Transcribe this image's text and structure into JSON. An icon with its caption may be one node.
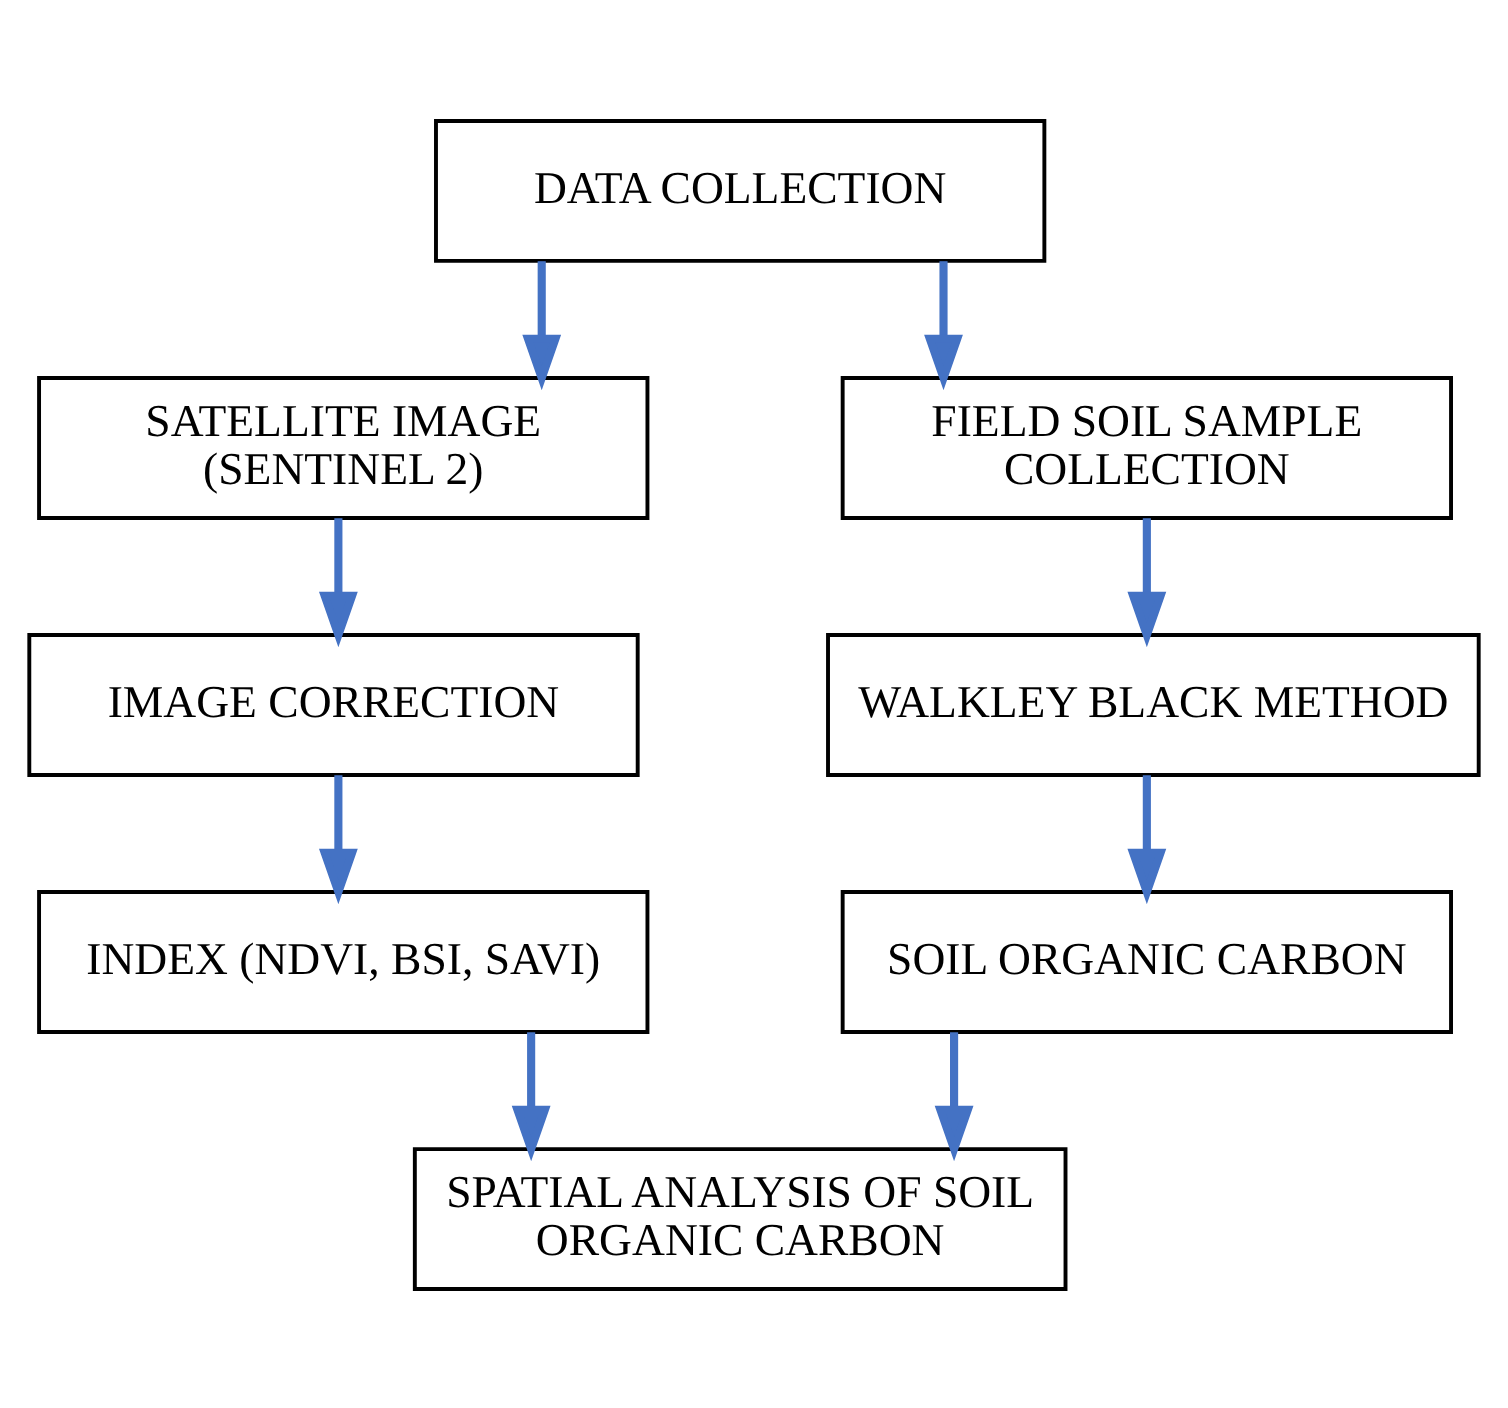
{
  "diagram": {
    "nodes": [
      {
        "text": [
          "DATA COLLECTION"
        ]
      },
      {
        "text": [
          "SATELLITE IMAGE (SENTINEL 2)"
        ]
      },
      {
        "text": [
          "FIELD SOIL SAMPLE COLLECTION"
        ]
      },
      {
        "text": [
          "IMAGE CORRECTION"
        ]
      },
      {
        "text": [
          "WALKLEY BLACK METHOD"
        ]
      },
      {
        "text": [
          "INDEX (NDVI, BSI, SAVI)"
        ]
      },
      {
        "text": [
          "SOIL ORGANIC CARBON"
        ]
      },
      {
        "text": [
          "SPATIAL ANALYSIS OF SOIL ORGANIC CARBON"
        ]
      }
    ],
    "edges": [
      {
        "from": 0,
        "to": 1,
        "arrow": "to"
      },
      {
        "from": 0,
        "to": 2,
        "arrow": "to"
      },
      {
        "from": 1,
        "to": 3,
        "arrow": "to"
      },
      {
        "from": 3,
        "to": 5,
        "arrow": "to"
      },
      {
        "from": 2,
        "to": 4,
        "arrow": "to"
      },
      {
        "from": 4,
        "to": 6,
        "arrow": "to"
      },
      {
        "from": 5,
        "to": 7,
        "arrow": "to"
      },
      {
        "from": 6,
        "to": 7,
        "arrow": "to"
      }
    ]
  }
}
